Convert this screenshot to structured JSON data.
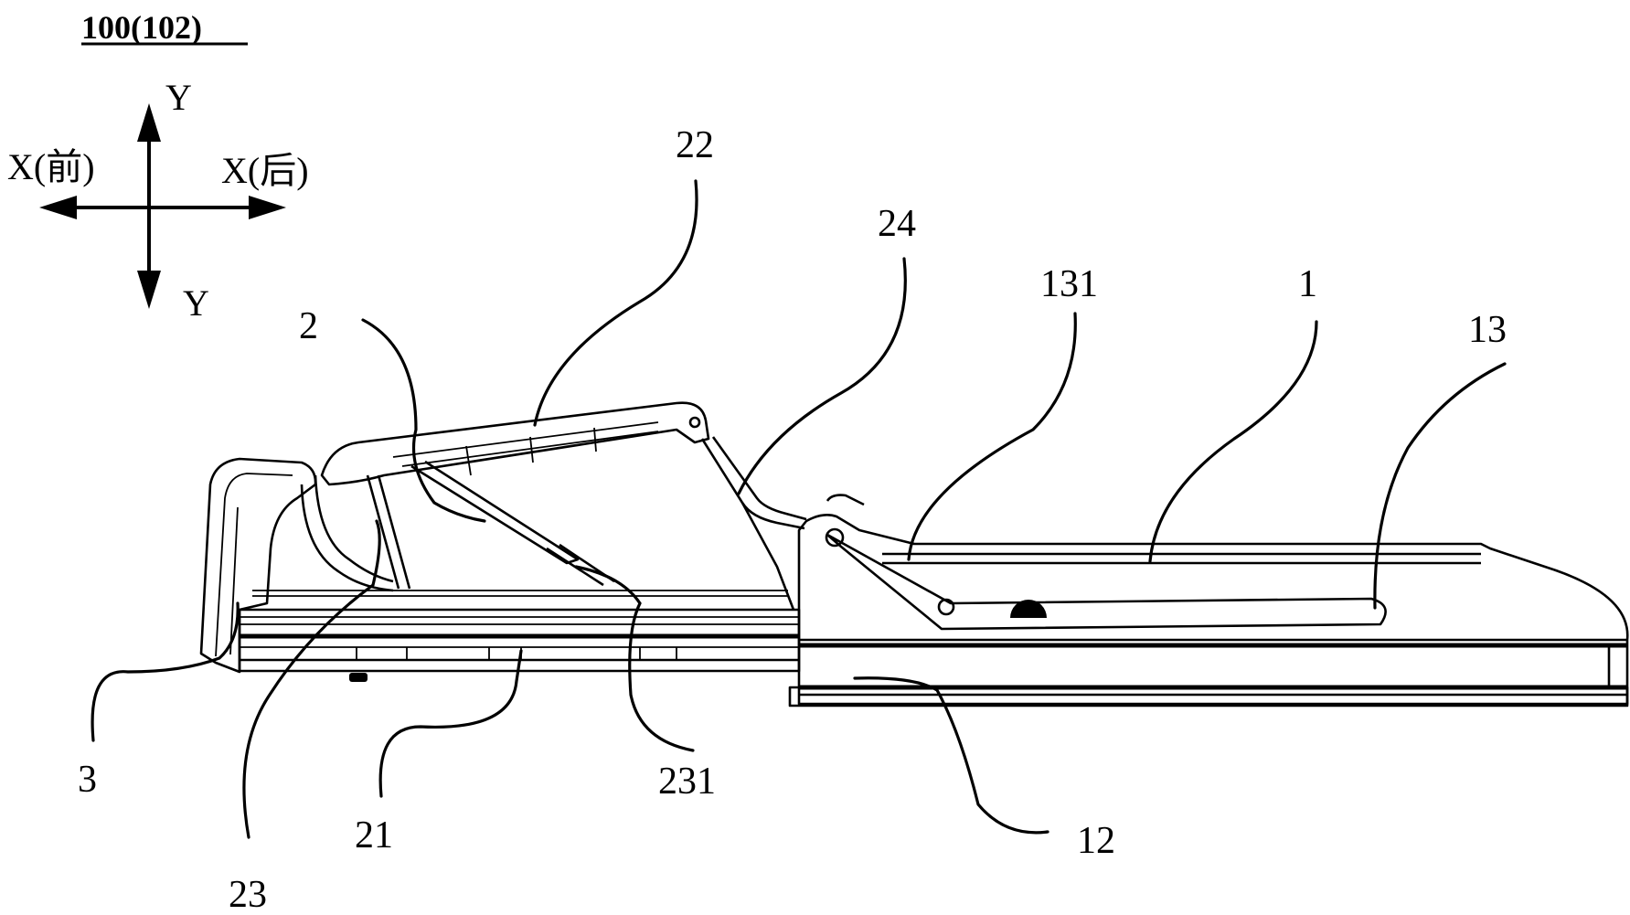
{
  "figure": {
    "title": "100(102)",
    "axes": {
      "y_up_label": "Y",
      "y_down_label": "Y",
      "x_front_label": "X(前)",
      "x_rear_label": "X(后)"
    },
    "reference_labels": {
      "label_1": "1",
      "label_2": "2",
      "label_3": "3",
      "label_12": "12",
      "label_13": "13",
      "label_131": "131",
      "label_21": "21",
      "label_22": "22",
      "label_23": "23",
      "label_231": "231",
      "label_24": "24"
    },
    "colors": {
      "ink": "#000000",
      "paper": "#ffffff"
    }
  }
}
